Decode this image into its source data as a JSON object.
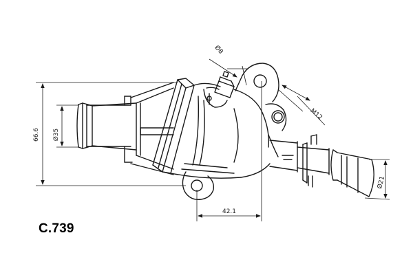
{
  "part_code": "C.739",
  "dimensions": {
    "height_overall": "66.6",
    "inlet_diameter": "Ø35",
    "outlet_diameter": "Ø21",
    "sensor_diameter": "Ø8",
    "thread": "M12",
    "spacing": "42.1"
  },
  "colors": {
    "line": "#1a1a1a",
    "background": "#ffffff"
  }
}
